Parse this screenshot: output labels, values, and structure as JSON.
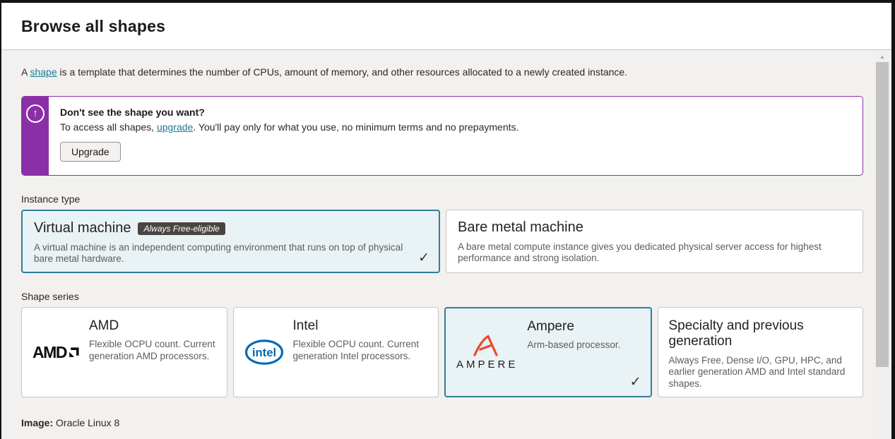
{
  "header": {
    "title": "Browse all shapes"
  },
  "intro": {
    "prefix": "A ",
    "link_text": "shape",
    "suffix": " is a template that determines the number of CPUs, amount of memory, and other resources allocated to a newly created instance."
  },
  "upgrade_banner": {
    "heading": "Don't see the shape you want?",
    "text_prefix": "To access all shapes, ",
    "link_text": "upgrade",
    "text_suffix": ". You'll pay only for what you use, no minimum terms and no prepayments.",
    "button_label": "Upgrade"
  },
  "instance_type": {
    "label": "Instance type",
    "cards": [
      {
        "title": "Virtual machine",
        "badge": "Always Free-eligible",
        "description": "A virtual machine is an independent computing environment that runs on top of physical bare metal hardware.",
        "selected": true
      },
      {
        "title": "Bare metal machine",
        "description": "A bare metal compute instance gives you dedicated physical server access for highest performance and strong isolation.",
        "selected": false
      }
    ]
  },
  "shape_series": {
    "label": "Shape series",
    "cards": [
      {
        "title": "AMD",
        "logo": "amd-logo",
        "logo_text": "AMD",
        "description": "Flexible OCPU count. Current generation AMD processors.",
        "selected": false
      },
      {
        "title": "Intel",
        "logo": "intel-logo",
        "logo_text": "intel",
        "description": "Flexible OCPU count. Current generation Intel processors.",
        "selected": false
      },
      {
        "title": "Ampere",
        "logo": "ampere-logo",
        "logo_text": "AMPERE",
        "description": "Arm-based processor.",
        "selected": true
      },
      {
        "title": "Specialty and previous generation",
        "description": "Always Free, Dense I/O, GPU, HPC, and earlier generation AMD and Intel standard shapes.",
        "selected": false
      }
    ]
  },
  "footer": {
    "image_label": "Image:",
    "image_value": "Oracle Linux 8"
  },
  "icons": {
    "selected_check": "✓",
    "banner_arrow": "↑",
    "scrollbar_up_arrow": "▲"
  },
  "colors": {
    "accent_purple": "#8b2fa8",
    "link_teal": "#1b7c95",
    "selected_border": "#2e7f98",
    "selected_bg": "#e9f2f5",
    "badge_bg": "#4a4541",
    "intel_blue": "#0068b5",
    "ampere_orange": "#e8482f"
  }
}
